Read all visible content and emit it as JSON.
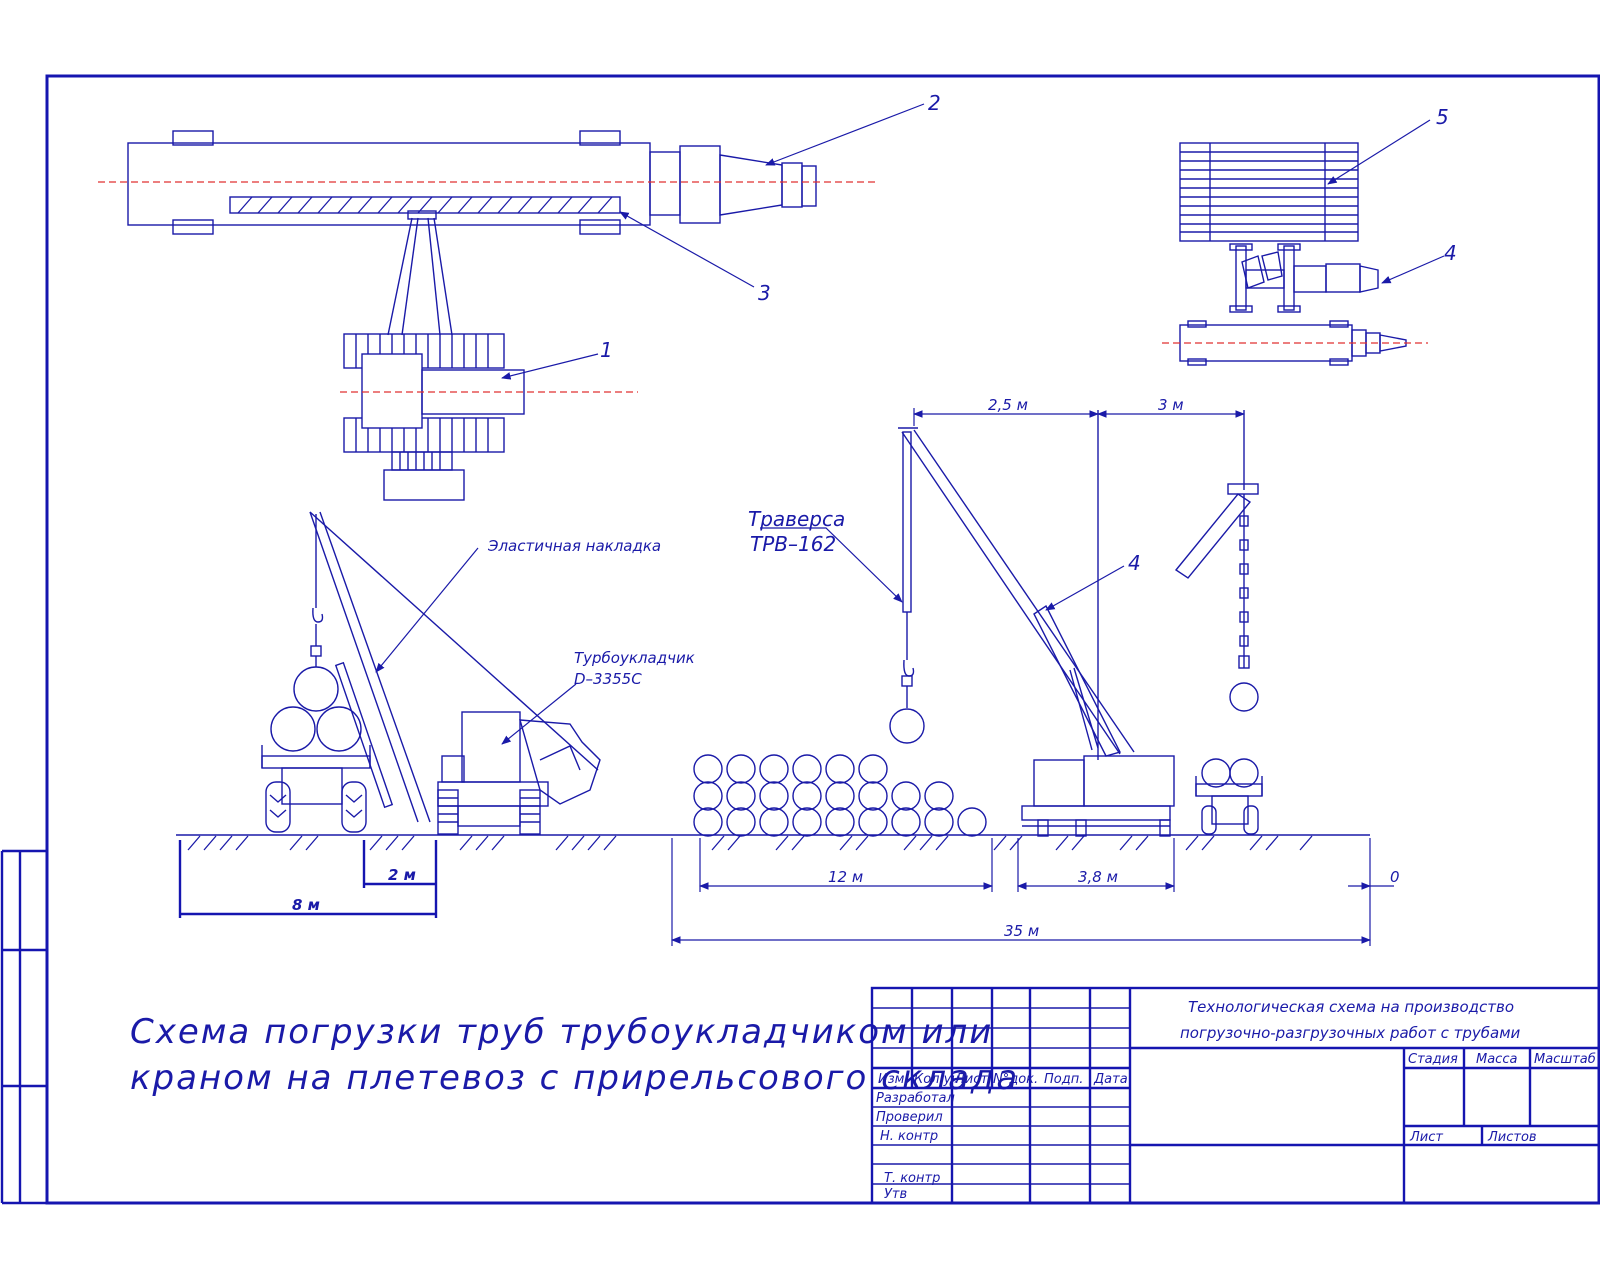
{
  "callouts": {
    "c1": "1",
    "c2": "2",
    "c3": "3",
    "c4_top": "4",
    "c5": "5",
    "c4_crane": "4"
  },
  "labels": {
    "elastic_pad": "Эластичная накладка",
    "pipelayer_line1": "Турбоукладчик",
    "pipelayer_line2": "D–3355C",
    "traverse_line1": "Траверса",
    "traverse_line2": "ТРВ–162"
  },
  "dimensions": {
    "d_2_5m": "2,5 м",
    "d_3m": "3 м",
    "d_2m": "2 м",
    "d_8m": "8 м",
    "d_12m": "12 м",
    "d_3_8m": "3,8 м",
    "d_0": "0",
    "d_35m": "35 м"
  },
  "drawing_title": {
    "line1": "Схема погрузки труб трубоукладчиком или",
    "line2": "краном на плетевоз с прирельсового склада"
  },
  "title_block": {
    "doc_title_line1": "Технологическая схема на производство",
    "doc_title_line2": "погрузочно-разгрузочных работ с трубами",
    "col_izm": "Изм.",
    "col_kol": "Кол.уч",
    "col_list": "Лист",
    "col_ndok": "N°док.",
    "col_podp": "Подп.",
    "col_data": "Дата",
    "row_razrab": "Разработал",
    "row_proveril": "Проверил",
    "row_nkontr": "Н. контр",
    "row_tkontr": "Т. контр",
    "row_utv": "Утв",
    "stadiya": "Стадия",
    "massa": "Масса",
    "masshtab": "Масштаб",
    "list": "Лист",
    "listov": "Листов"
  }
}
